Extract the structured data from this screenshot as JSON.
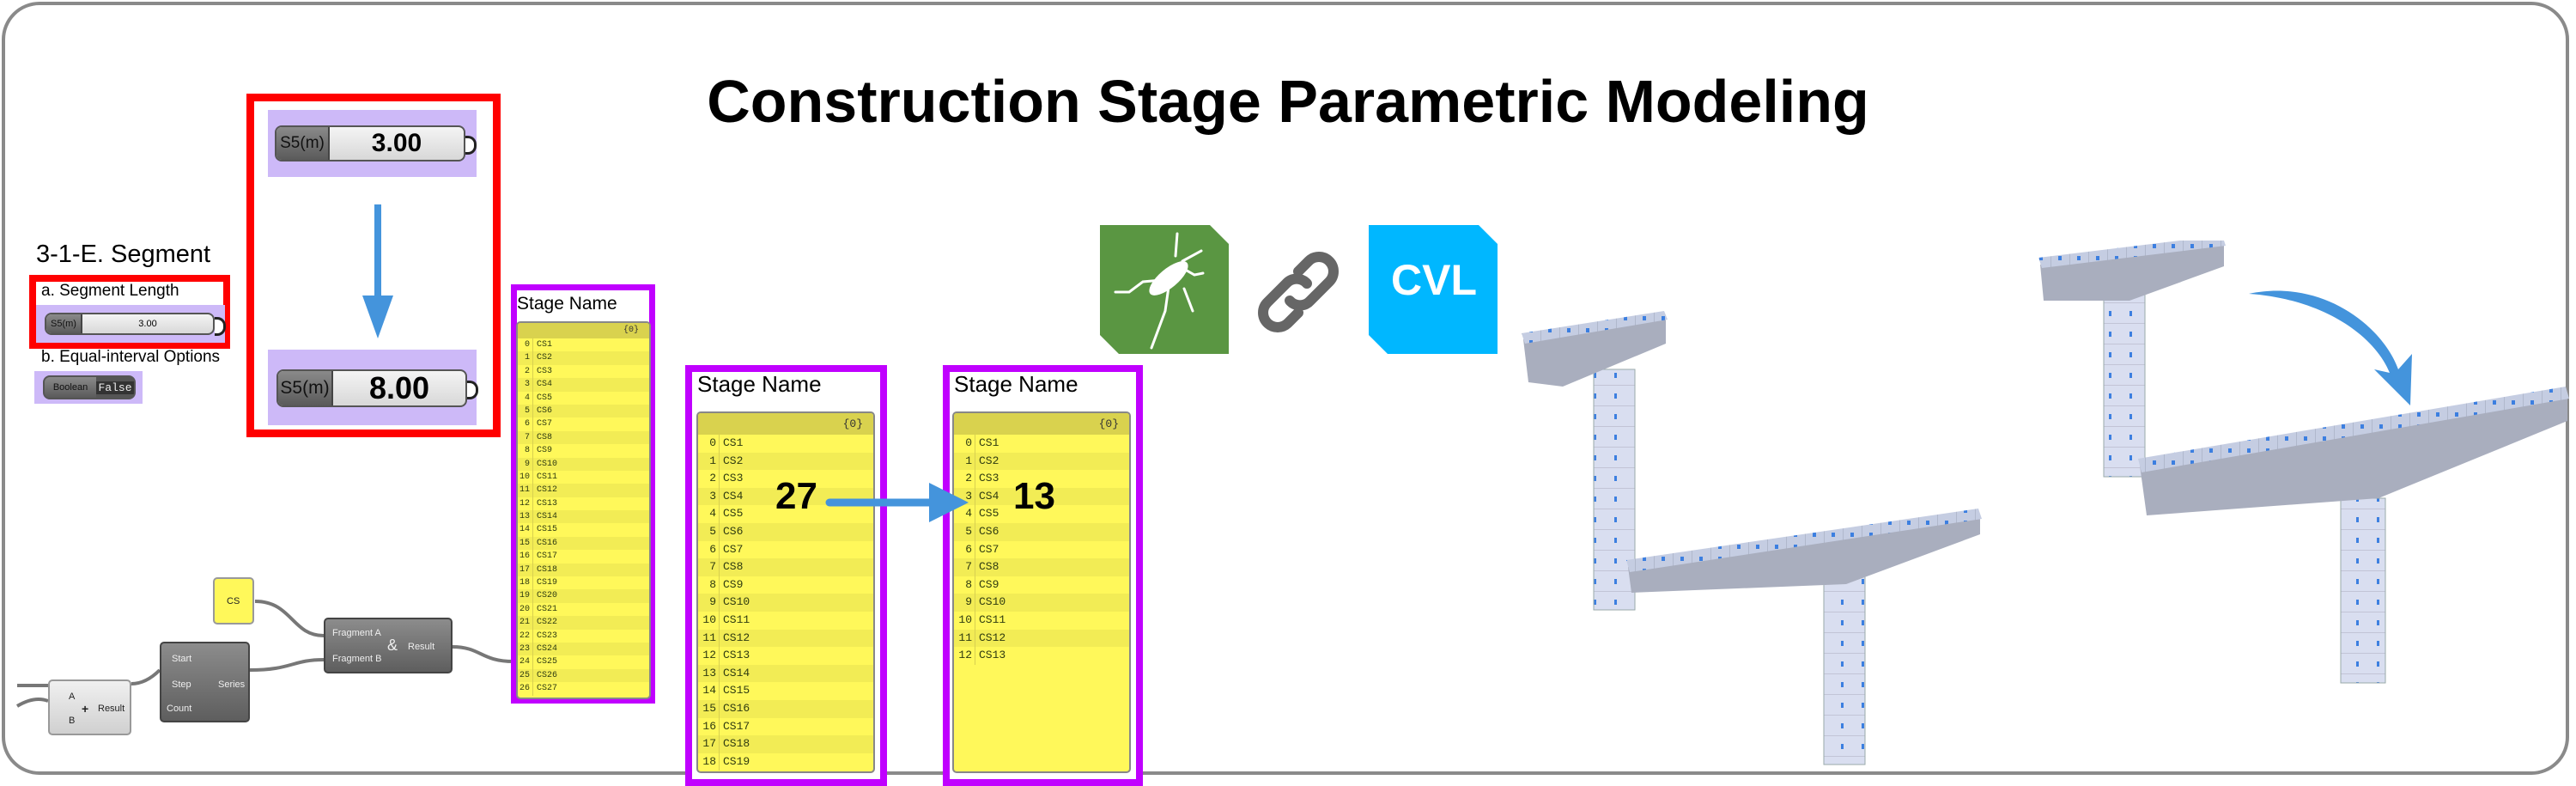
{
  "title": "Construction Stage Parametric Modeling",
  "segment": {
    "heading": "3-1-E. Segment",
    "length_label": "a. Segment Length",
    "length_slider": {
      "label": "S5(m)",
      "value": "3.00"
    },
    "options_label": "b. Equal-interval Options",
    "boolean_toggle": {
      "label": "Boolean",
      "value": "False"
    }
  },
  "change_demo": {
    "before": {
      "label": "S5(m)",
      "value": "3.00"
    },
    "after": {
      "label": "S5(m)",
      "value": "8.00"
    }
  },
  "nodes": {
    "cs_panel": "CS",
    "series": {
      "inputs": [
        "Start",
        "Step",
        "Count"
      ],
      "output": "Series"
    },
    "addition": {
      "inputs": [
        "A",
        "B"
      ],
      "output": "Result"
    },
    "concatenate": {
      "inputs": [
        "Fragment A",
        "Fragment B"
      ],
      "output": "Result"
    }
  },
  "lists": [
    {
      "title": "Stage Name",
      "path": "{0}",
      "items": [
        "CS1",
        "CS2",
        "CS3",
        "CS4",
        "CS5",
        "CS6",
        "CS7",
        "CS8",
        "CS9",
        "CS10",
        "CS11",
        "CS12",
        "CS13",
        "CS14",
        "CS15",
        "CS16",
        "CS17",
        "CS18",
        "CS19",
        "CS20",
        "CS21",
        "CS22",
        "CS23",
        "CS24",
        "CS25",
        "CS26",
        "CS27"
      ]
    },
    {
      "title": "Stage Name",
      "path": "{0}",
      "items": [
        "CS1",
        "CS2",
        "CS3",
        "CS4",
        "CS5",
        "CS6",
        "CS7",
        "CS8",
        "CS9",
        "CS10",
        "CS11",
        "CS12",
        "CS13",
        "CS14",
        "CS15",
        "CS16",
        "CS17",
        "CS18",
        "CS19"
      ]
    },
    {
      "title": "Stage Name",
      "path": "{0}",
      "items": [
        "CS1",
        "CS2",
        "CS3",
        "CS4",
        "CS5",
        "CS6",
        "CS7",
        "CS8",
        "CS9",
        "CS10",
        "CS11",
        "CS12",
        "CS13"
      ]
    }
  ],
  "count_before": "27",
  "count_after": "13",
  "logos": {
    "grasshopper": "grasshopper-icon",
    "link": "link-icon",
    "cvl": "CVL"
  },
  "colors": {
    "red": "#ff0000",
    "purple": "#c000ff",
    "arrow": "#4494dc",
    "grasshopper_green": "#5a9642",
    "cvl_blue": "#00b7ff",
    "panel_yellow": "#fff85a"
  }
}
